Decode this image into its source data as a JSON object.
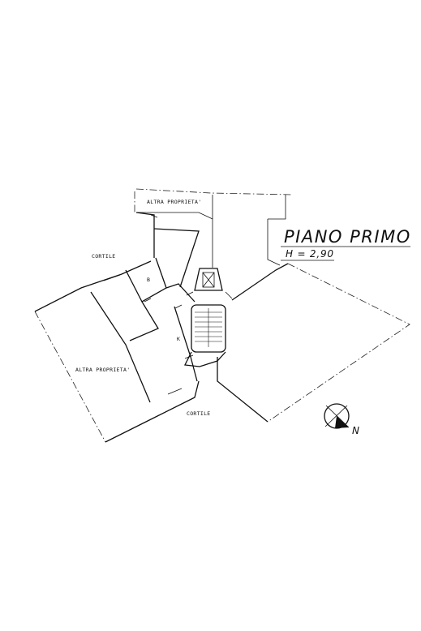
{
  "plan": {
    "title": "PIANO PRIMO",
    "height_label": "H = 2,90",
    "north_label": "N"
  },
  "labels": {
    "altra_top": "ALTRA PROPRIETA'",
    "altra_left": "ALTRA PROPRIETA'",
    "cortile_top": "CORTILE",
    "cortile_bottom": "CORTILE",
    "room_b": "B",
    "room_k": "K"
  }
}
